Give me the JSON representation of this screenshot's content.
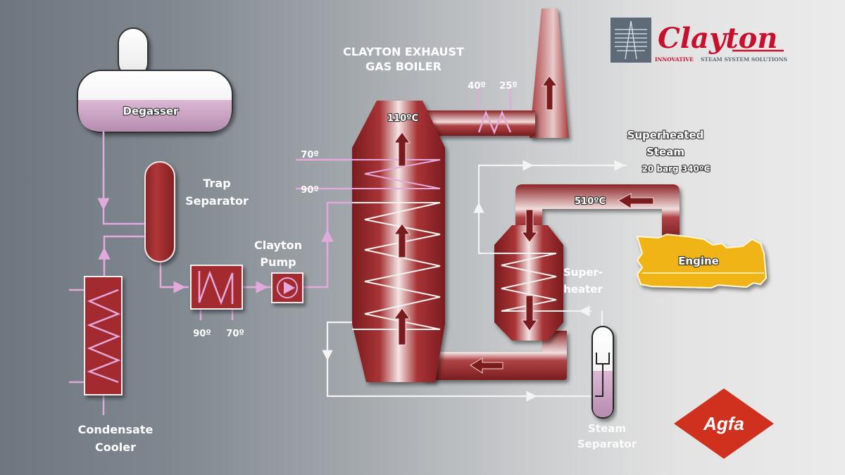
{
  "title": "CLAYTON EXHAUST GAS BOILER",
  "title_lines": [
    "CLAYTON EXHAUST",
    "GAS BOILER"
  ],
  "brand": {
    "name": "Clayton",
    "tagline_red": "INNOVATIVE",
    "tagline_gray": "STEAM SYSTEM SOLUTIONS",
    "red": "#c8102e",
    "gray": "#5d6b78"
  },
  "partner_logo": {
    "name": "Agfa",
    "color": "#d0311f"
  },
  "colors": {
    "vessel_red": "#9e2a2b",
    "water_pink": "#d9b3d3",
    "engine_yellow": "#f0b417",
    "pipe_water": "#e3a9dc",
    "pipe_steam": "#f4f4f4"
  },
  "components": {
    "degasser": "Degasser",
    "trap_separator": [
      "Trap",
      "Separator"
    ],
    "condensate_cooler": [
      "Condensate",
      "Cooler"
    ],
    "clayton_pump": [
      "Clayton",
      "Pump"
    ],
    "superheater": [
      "Super-",
      "heater"
    ],
    "engine": "Engine",
    "steam_separator": [
      "Steam",
      "Separator"
    ],
    "superheated_steam": [
      "Superheated",
      "Steam"
    ]
  },
  "readings": {
    "boiler_outlet": "110ºC",
    "engine_exhaust": "510ºC",
    "steam_conditions": "20 barg 340ºC",
    "economiser_in": "40º",
    "economiser_out": "25º",
    "boiler_coil_top": "70º",
    "boiler_coil_mid": "90º",
    "heat_exchanger_in": "90º",
    "heat_exchanger_out": "70º"
  }
}
